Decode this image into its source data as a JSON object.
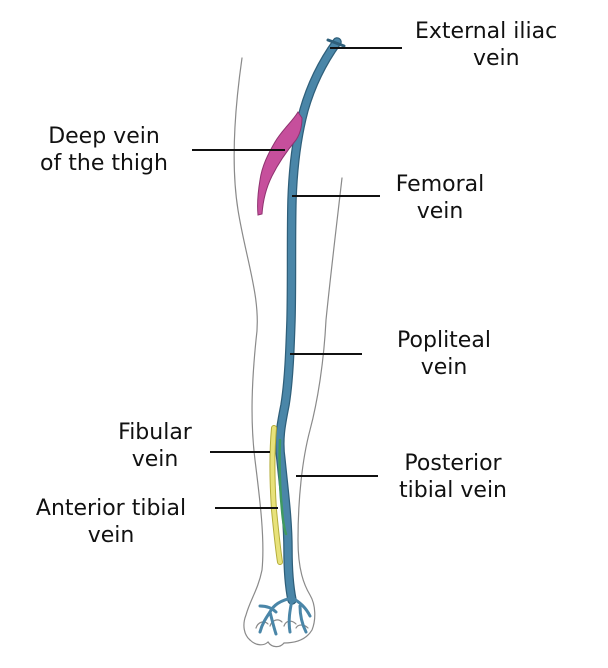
{
  "colors": {
    "outline": "#8a8a8a",
    "vein_blue": "#4a86a8",
    "vein_pink": "#c64f9c",
    "vein_yellow": "#e8e27a",
    "vein_green": "#3f9a60",
    "leader": "#111111"
  },
  "labels": {
    "external_iliac": {
      "line1": "External iliac",
      "line2": "vein"
    },
    "deep_vein_thigh": {
      "line1": "Deep vein",
      "line2": "of the thigh"
    },
    "femoral": {
      "line1": "Femoral",
      "line2": "vein"
    },
    "popliteal": {
      "line1": "Popliteal",
      "line2": "vein"
    },
    "fibular": {
      "line1": "Fibular",
      "line2": "vein"
    },
    "posterior_tibial": {
      "line1": "Posterior",
      "line2": "tibial vein"
    },
    "anterior_tibial": {
      "line1": "Anterior tibial",
      "line2": "vein"
    }
  }
}
